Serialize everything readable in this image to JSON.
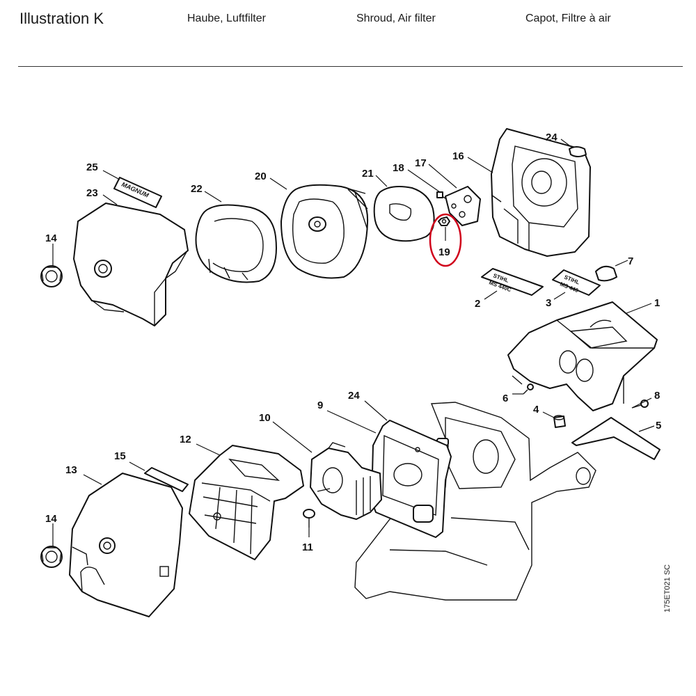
{
  "header": {
    "illustration": "Illustration  K",
    "title_de": "Haube, Luftfilter",
    "title_en": "Shroud, Air filter",
    "title_fr": "Capot, Filtre à air"
  },
  "decals": {
    "decal_25": "MAGNUM",
    "decal_2_line1": "STIHL",
    "decal_2_line2": "MS 440C",
    "decal_3_line1": "STIHL",
    "decal_3_line2": "MS 440"
  },
  "callouts": [
    {
      "id": "c25",
      "label": "25"
    },
    {
      "id": "c23",
      "label": "23"
    },
    {
      "id": "c22",
      "label": "22"
    },
    {
      "id": "c20",
      "label": "20"
    },
    {
      "id": "c21",
      "label": "21"
    },
    {
      "id": "c18",
      "label": "18"
    },
    {
      "id": "c17",
      "label": "17"
    },
    {
      "id": "c16",
      "label": "16"
    },
    {
      "id": "c24a",
      "label": "24"
    },
    {
      "id": "c14a",
      "label": "14"
    },
    {
      "id": "c19",
      "label": "19",
      "highlight": true
    },
    {
      "id": "c7",
      "label": "7"
    },
    {
      "id": "c2",
      "label": "2"
    },
    {
      "id": "c3",
      "label": "3"
    },
    {
      "id": "c1",
      "label": "1"
    },
    {
      "id": "c6",
      "label": "6"
    },
    {
      "id": "c8",
      "label": "8"
    },
    {
      "id": "c4",
      "label": "4"
    },
    {
      "id": "c5",
      "label": "5"
    },
    {
      "id": "c24b",
      "label": "24"
    },
    {
      "id": "c9",
      "label": "9"
    },
    {
      "id": "c10",
      "label": "10"
    },
    {
      "id": "c12",
      "label": "12"
    },
    {
      "id": "c15",
      "label": "15"
    },
    {
      "id": "c13",
      "label": "13"
    },
    {
      "id": "c14b",
      "label": "14"
    },
    {
      "id": "c11",
      "label": "11"
    }
  ],
  "drawing_code": "175ET021 SC",
  "colors": {
    "ink": "#111111",
    "highlight": "#d0021b",
    "rule": "#333333"
  }
}
